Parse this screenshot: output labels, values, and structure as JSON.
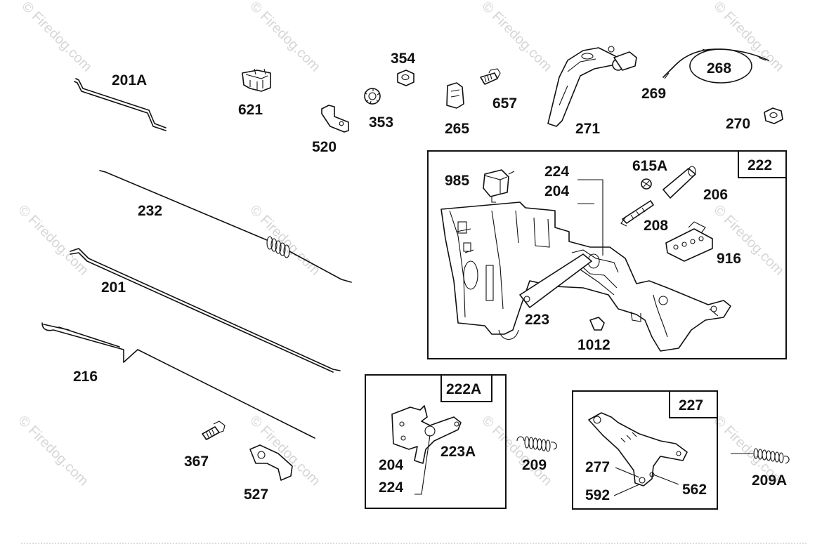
{
  "watermark": {
    "text": "© Firedog.com"
  },
  "callouts": {
    "p201A": "201A",
    "p621": "621",
    "p520": "520",
    "p353": "353",
    "p354": "354",
    "p265": "265",
    "p657": "657",
    "p271": "271",
    "p269": "269",
    "p268": "268",
    "p270": "270",
    "p232": "232",
    "p201": "201",
    "p216": "216",
    "p367": "367",
    "p527": "527",
    "p985": "985",
    "p224a": "224",
    "p204a": "204",
    "p615A": "615A",
    "p206": "206",
    "p208": "208",
    "p916": "916",
    "p223": "223",
    "p1012": "1012",
    "p204b": "204",
    "p224b": "224",
    "p223A": "223A",
    "p209": "209",
    "p277": "277",
    "p592": "592",
    "p562": "562",
    "p209A": "209A"
  },
  "boxes": {
    "b222": "222",
    "b222A": "222A",
    "b227": "227"
  }
}
